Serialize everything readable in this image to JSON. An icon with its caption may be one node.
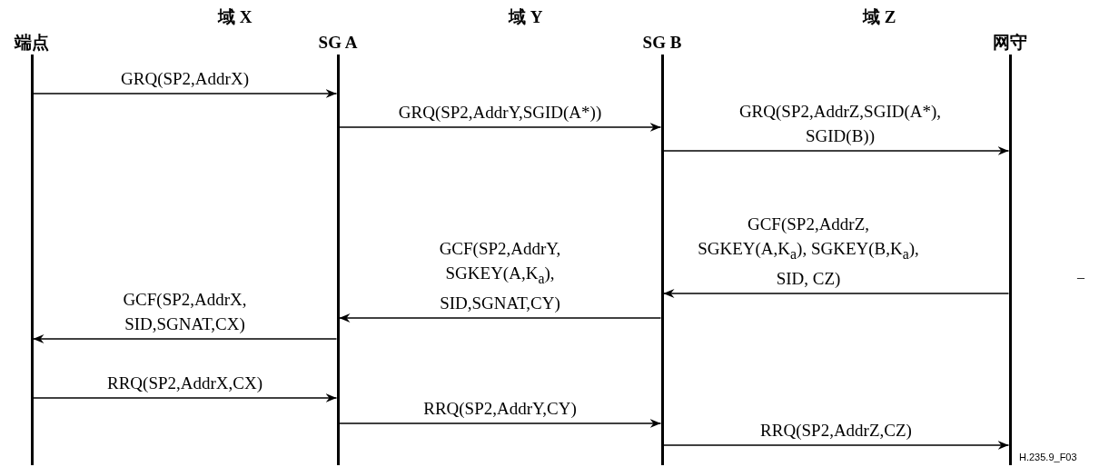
{
  "diagram": {
    "nodes": [
      {
        "text": [
          "端点"
        ]
      },
      {
        "text": [
          "SG A"
        ]
      },
      {
        "text": [
          "SG B"
        ]
      },
      {
        "text": [
          "网守"
        ]
      }
    ],
    "edges": [
      {
        "from": 0,
        "to": 1,
        "arrow": "to",
        "label": "GRQ(SP2,AddrX)"
      },
      {
        "from": 1,
        "to": 2,
        "arrow": "to",
        "label": "GRQ(SP2,AddrY,SGID(A*))"
      },
      {
        "from": 2,
        "to": 3,
        "arrow": "to",
        "label": "GRQ(SP2,AddrZ,SGID(A*), SGID(B))"
      },
      {
        "from": 3,
        "to": 2,
        "arrow": "to",
        "label": "GCF(SP2,AddrZ, SGKEY(A,K$_{a}$), SGKEY(B,K$_{a}$), SID, CZ)"
      },
      {
        "from": 2,
        "to": 1,
        "arrow": "to",
        "label": "GCF(SP2,AddrY, SGKEY(A,K$_{a}$), SID,SGNAT,CY)"
      },
      {
        "from": 1,
        "to": 0,
        "arrow": "to",
        "label": "GCF(SP2,AddrX, SID,SGNAT,CX)"
      },
      {
        "from": 0,
        "to": 1,
        "arrow": "to",
        "label": "RRQ(SP2,AddrX,CX)"
      },
      {
        "from": 1,
        "to": 2,
        "arrow": "to",
        "label": "RRQ(SP2,AddrY,CY)"
      },
      {
        "from": 2,
        "to": 3,
        "arrow": "to",
        "label": "RRQ(SP2,AddrZ,CZ)"
      }
    ],
    "labels": [
      "域 X",
      "域 Y",
      "域 Z",
      "–",
      "H.235.9_F03"
    ]
  }
}
